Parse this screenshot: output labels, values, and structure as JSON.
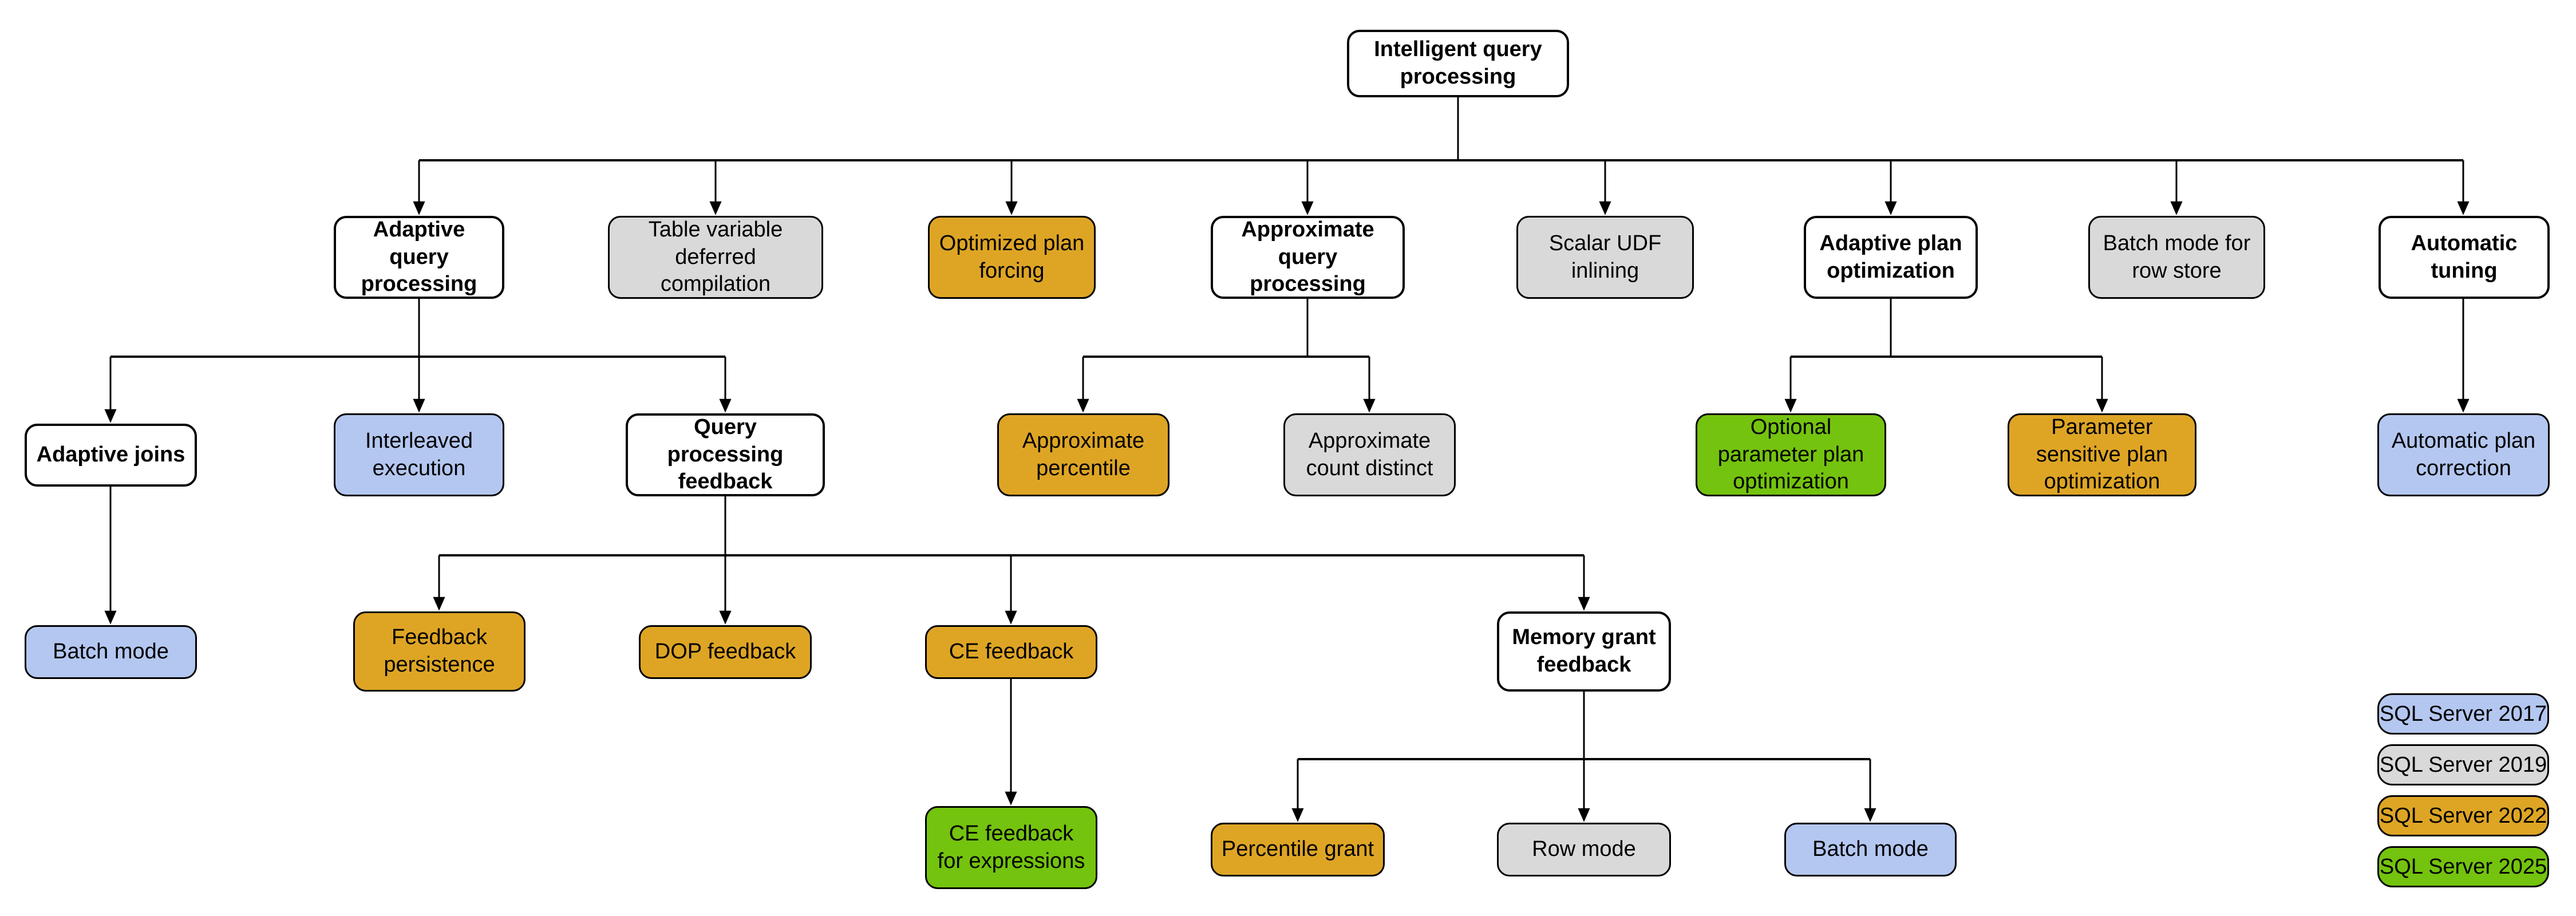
{
  "diagram_title": "Intelligent query processing",
  "nodes": {
    "root": {
      "label": "Intelligent query processing"
    },
    "aqp": {
      "label": "Adaptive query processing"
    },
    "tvdc": {
      "label": "Table variable deferred compilation",
      "version": "SQL Server 2019"
    },
    "opf": {
      "label": "Optimized plan forcing",
      "version": "SQL Server 2022"
    },
    "axqp": {
      "label": "Approximate query processing"
    },
    "sui": {
      "label": "Scalar UDF inlining",
      "version": "SQL Server 2019"
    },
    "apo": {
      "label": "Adaptive plan optimization"
    },
    "bmrs": {
      "label": "Batch mode for row store",
      "version": "SQL Server 2019"
    },
    "at": {
      "label": "Automatic tuning"
    },
    "aj": {
      "label": "Adaptive joins"
    },
    "ie": {
      "label": "Interleaved execution",
      "version": "SQL Server 2017"
    },
    "qpf": {
      "label": "Query processing feedback"
    },
    "apct": {
      "label": "Approximate percentile",
      "version": "SQL Server 2022"
    },
    "acd": {
      "label": "Approximate count distinct",
      "version": "SQL Server 2019"
    },
    "oppo": {
      "label": "Optional parameter plan optimization",
      "version": "SQL Server 2025"
    },
    "pspo": {
      "label": "Parameter sensitive plan optimization",
      "version": "SQL Server 2022"
    },
    "apc": {
      "label": "Automatic plan correction",
      "version": "SQL Server 2017"
    },
    "bm1": {
      "label": "Batch mode",
      "version": "SQL Server 2017"
    },
    "fp": {
      "label": "Feedback persistence",
      "version": "SQL Server 2022"
    },
    "dop": {
      "label": "DOP feedback",
      "version": "SQL Server 2022"
    },
    "cef": {
      "label": "CE feedback",
      "version": "SQL Server 2022"
    },
    "mgf": {
      "label": "Memory grant feedback"
    },
    "cefe": {
      "label": "CE feedback for expressions",
      "version": "SQL Server 2025"
    },
    "pg": {
      "label": "Percentile grant",
      "version": "SQL Server 2022"
    },
    "rm": {
      "label": "Row mode",
      "version": "SQL Server 2019"
    },
    "bm2": {
      "label": "Batch mode",
      "version": "SQL Server 2017"
    }
  },
  "legend": {
    "items": [
      {
        "label": "SQL Server 2017",
        "color": "#b4c7f0"
      },
      {
        "label": "SQL Server 2019",
        "color": "#d9d9d9"
      },
      {
        "label": "SQL Server 2022",
        "color": "#dea525"
      },
      {
        "label": "SQL Server 2025",
        "color": "#74c30e"
      }
    ]
  }
}
